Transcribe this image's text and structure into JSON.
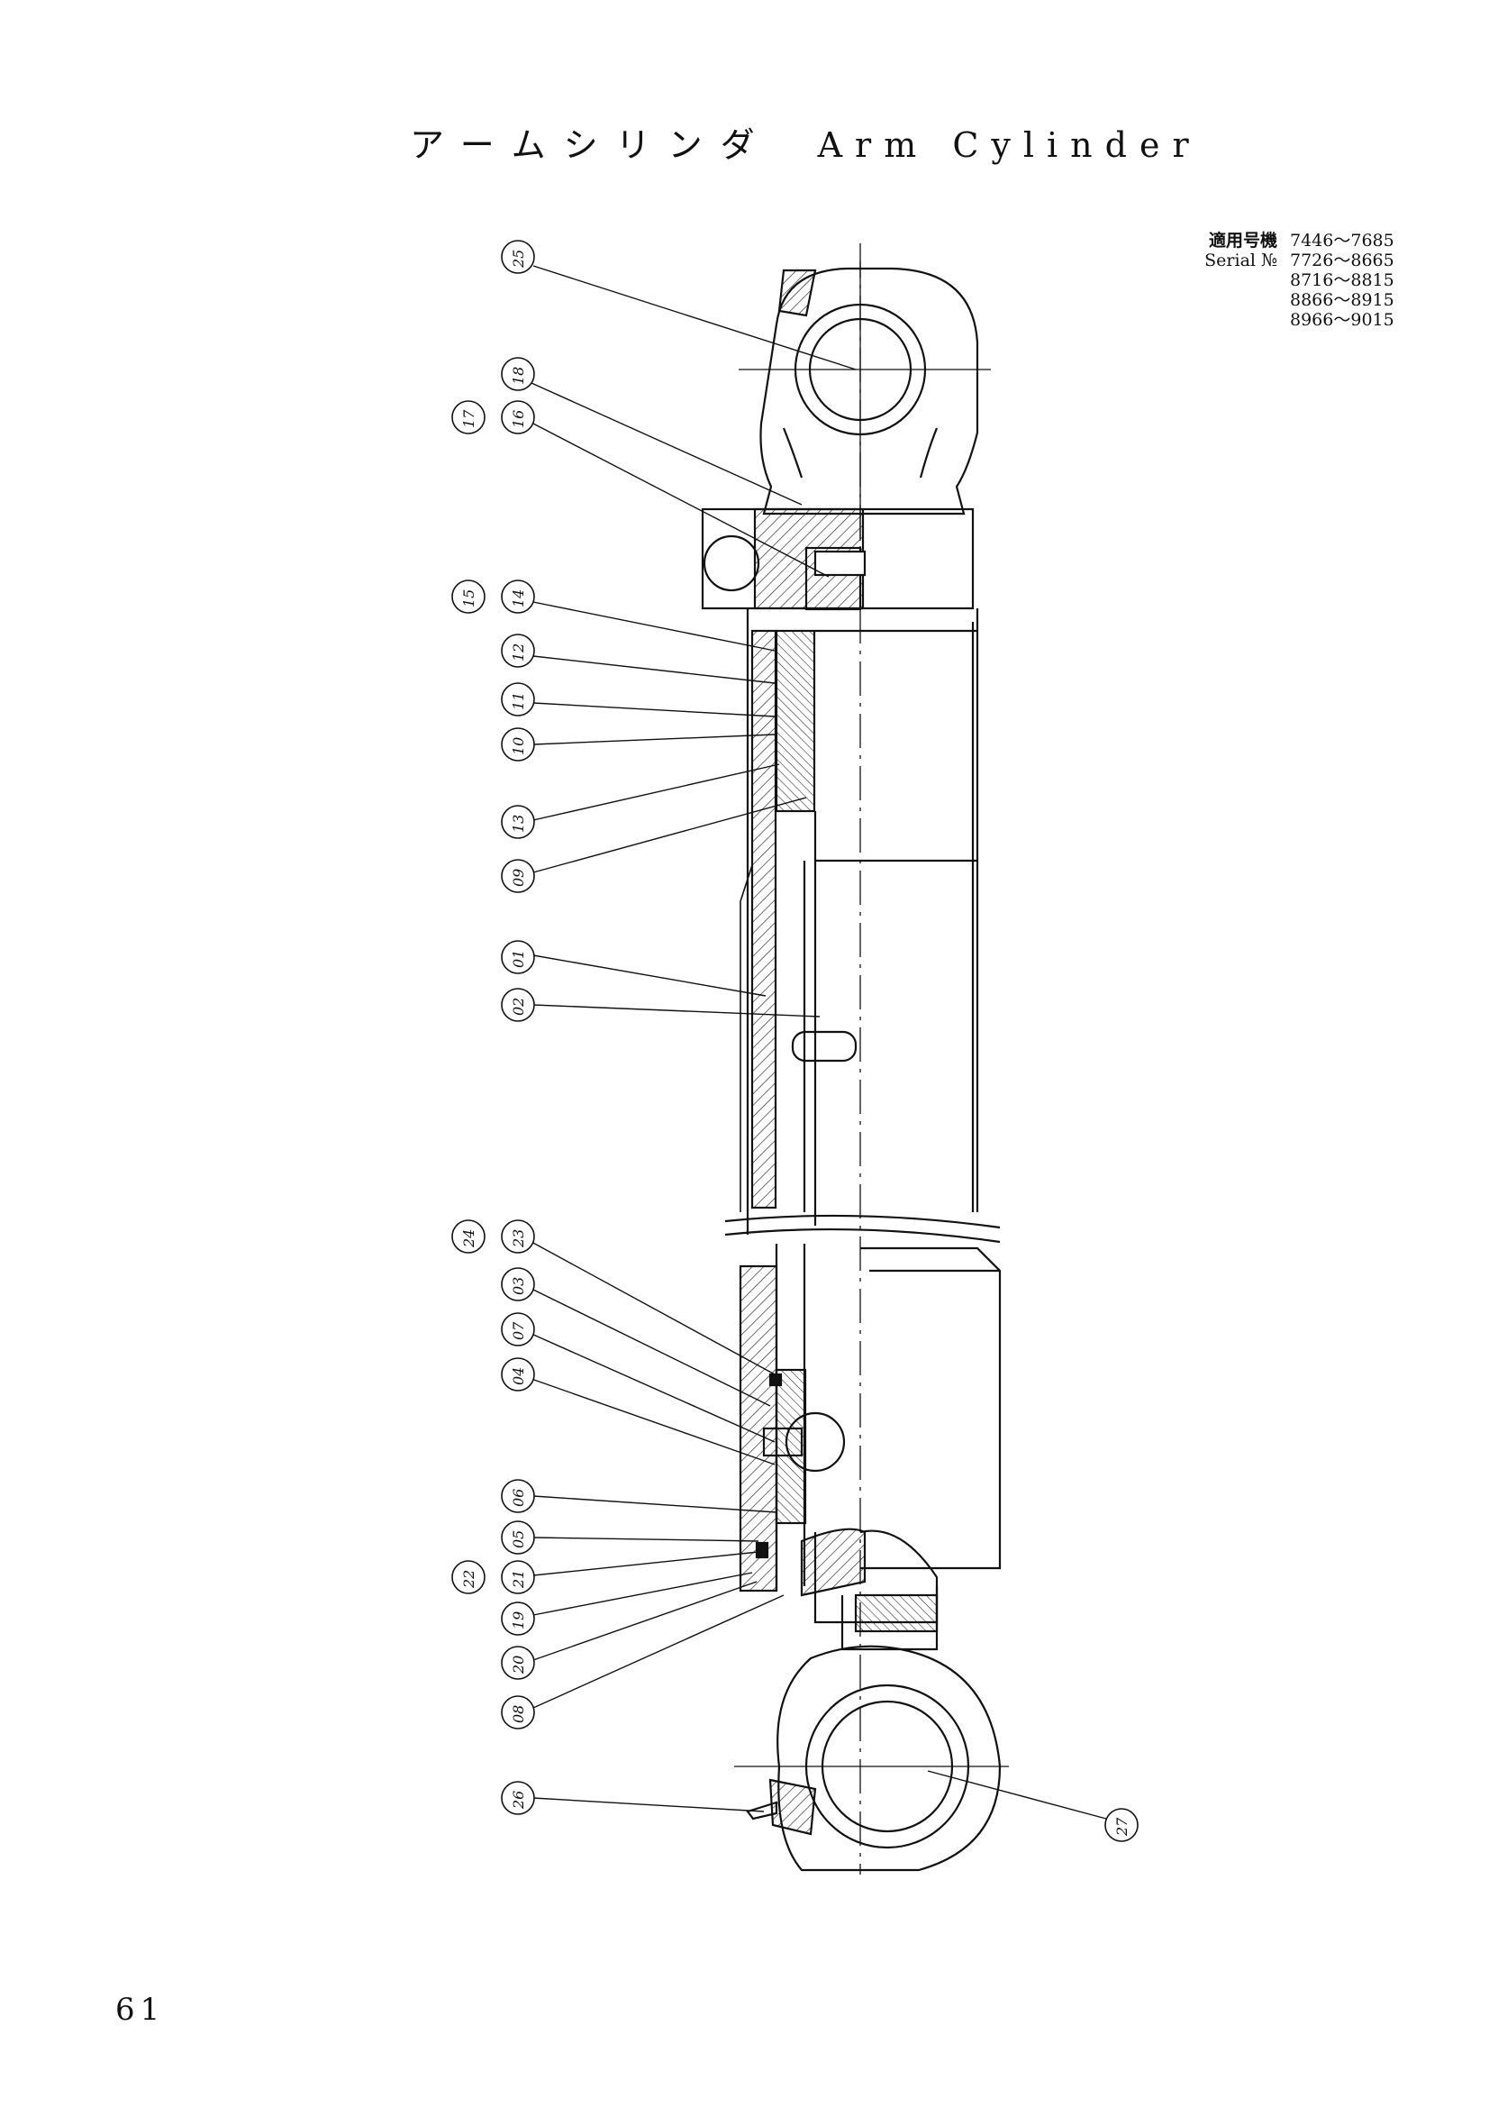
{
  "title": {
    "ja": "アームシリンダ",
    "en": "Arm Cylinder"
  },
  "serial": {
    "label_ja": "適用号機",
    "label_en": "Serial №",
    "ranges": [
      "7446～7685",
      "7726～8665",
      "8716～8815",
      "8866～8915",
      "8966～9015"
    ]
  },
  "parts": [
    "25",
    "18",
    "16",
    "17",
    "14",
    "15",
    "12",
    "11",
    "10",
    "13",
    "09",
    "01",
    "02",
    "23",
    "24",
    "03",
    "07",
    "04",
    "06",
    "05",
    "21",
    "22",
    "19",
    "20",
    "08",
    "26",
    "27"
  ],
  "page_number": "61"
}
